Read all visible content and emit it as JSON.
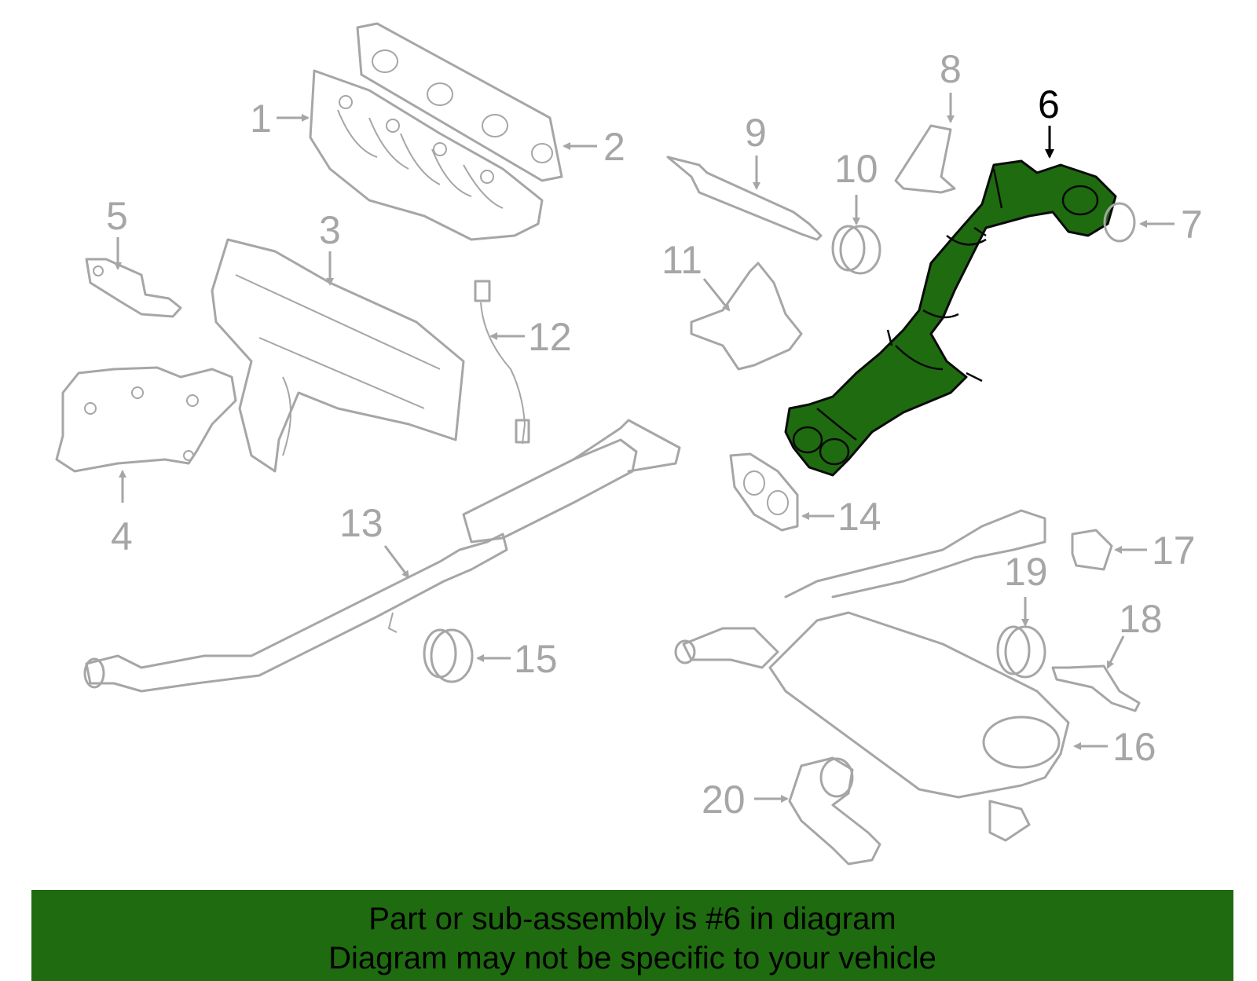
{
  "colors": {
    "highlight": "#1f6b10",
    "part_stroke": "#a6a6a6",
    "banner_bg": "#1f6b10"
  },
  "callouts": [
    {
      "id": "1",
      "label": "1"
    },
    {
      "id": "2",
      "label": "2"
    },
    {
      "id": "3",
      "label": "3"
    },
    {
      "id": "4",
      "label": "4"
    },
    {
      "id": "5",
      "label": "5"
    },
    {
      "id": "6",
      "label": "6",
      "highlighted": true
    },
    {
      "id": "7",
      "label": "7"
    },
    {
      "id": "8",
      "label": "8"
    },
    {
      "id": "9",
      "label": "9"
    },
    {
      "id": "10",
      "label": "10"
    },
    {
      "id": "11",
      "label": "11"
    },
    {
      "id": "12",
      "label": "12"
    },
    {
      "id": "13",
      "label": "13"
    },
    {
      "id": "14",
      "label": "14"
    },
    {
      "id": "15",
      "label": "15"
    },
    {
      "id": "16",
      "label": "16"
    },
    {
      "id": "17",
      "label": "17"
    },
    {
      "id": "18",
      "label": "18"
    },
    {
      "id": "19",
      "label": "19"
    },
    {
      "id": "20",
      "label": "20"
    }
  ],
  "banner": {
    "line1": "Part or sub-assembly is #6 in diagram",
    "line2": "Diagram may not be specific to your vehicle"
  }
}
